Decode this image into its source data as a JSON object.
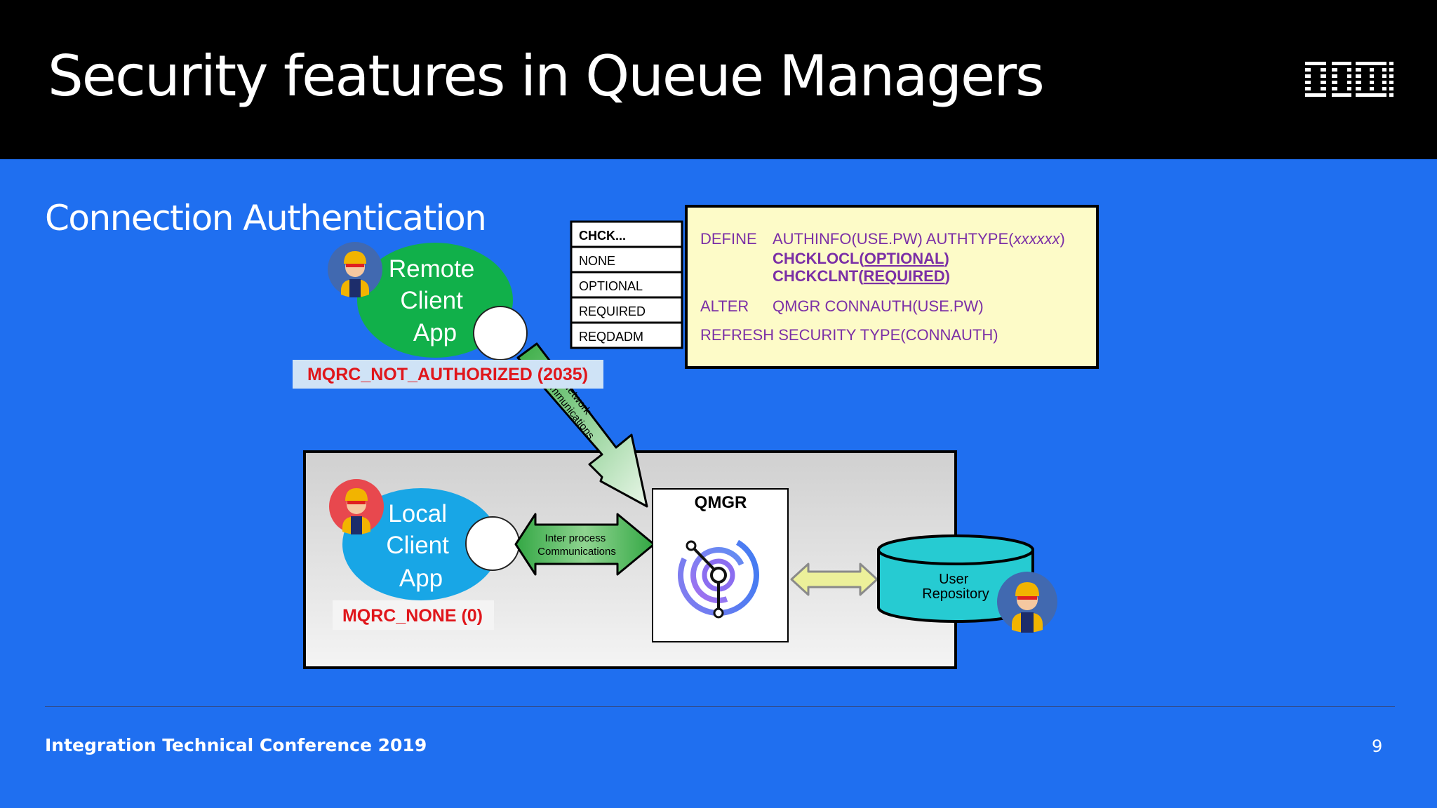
{
  "header": {
    "title": "Security features in Queue Managers",
    "logo": "IBM"
  },
  "section": {
    "title": "Connection Authentication"
  },
  "remote_app": {
    "lines": [
      "Remote",
      "Client",
      "App"
    ],
    "error": "MQRC_NOT_AUTHORIZED (2035)"
  },
  "local_app": {
    "lines": [
      "Local",
      "Client",
      "App"
    ],
    "code": "MQRC_NONE (0)"
  },
  "network_arrow": {
    "lines": [
      "Network",
      "Communications"
    ]
  },
  "ipc_arrow": {
    "lines": [
      "Inter process",
      "Communications"
    ]
  },
  "qmgr": {
    "label": "QMGR"
  },
  "repository": {
    "lines": [
      "User",
      "Repository"
    ]
  },
  "chck_table": {
    "header": "CHCK...",
    "rows": [
      "NONE",
      "OPTIONAL",
      "REQUIRED",
      "REQDADM"
    ]
  },
  "commands": {
    "define_kw": "DEFINE",
    "define_text": "AUTHINFO(USE.PW) AUTHTYPE(",
    "define_param": "xxxxxx",
    "define_close": ")",
    "chcklocl_prefix": "CHCKLOCL(",
    "chcklocl_value": "OPTIONAL",
    "chcklocl_suffix": ")",
    "chckclnt_prefix": "CHCKCLNT(",
    "chckclnt_value": "REQUIRED",
    "chckclnt_suffix": ")",
    "alter_kw": "ALTER",
    "alter_text": "QMGR CONNAUTH(USE.PW)",
    "refresh": "REFRESH SECURITY TYPE(CONNAUTH)"
  },
  "footer": {
    "conference": "Integration Technical Conference 2019",
    "page": "9"
  },
  "colors": {
    "background": "#1f6ff0",
    "remote_app": "#11b04a",
    "local_app": "#18a6e6",
    "error_text": "#e0161b",
    "command_text": "#7b2fa6",
    "command_box": "#fdfbc8",
    "repository": "#26cbd2",
    "arrow_green": "#3fb54d"
  },
  "icons": [
    "person-icon",
    "qmgr-logo-icon",
    "ibm-logo"
  ]
}
